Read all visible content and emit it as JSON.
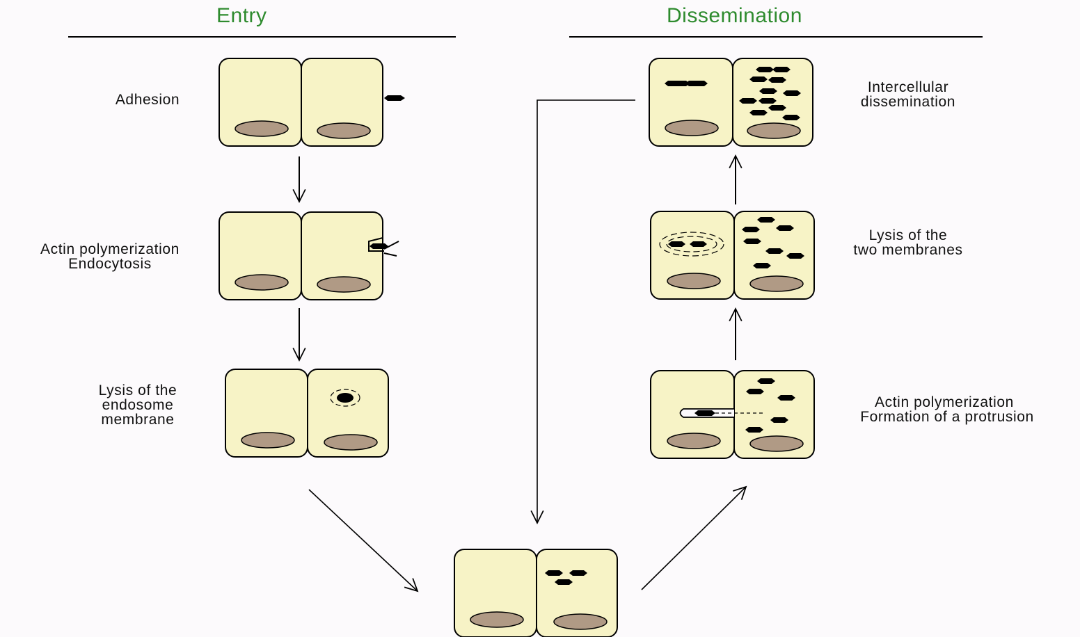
{
  "headings": {
    "entry": "Entry",
    "dissemination": "Dissemination"
  },
  "labels": {
    "adhesion": [
      "Adhesion"
    ],
    "actin_endocytosis": [
      "Actin polymerization",
      "Endocytosis"
    ],
    "lysis_endosome": [
      "Lysis of the",
      "endosome",
      "membrane"
    ],
    "intercellular": [
      "Intercellular",
      "dissemination"
    ],
    "lysis_two": [
      "Lysis of the",
      "two membranes"
    ],
    "actin_protrusion": [
      "Actin polymerization",
      "Formation of a protrusion"
    ]
  },
  "colors": {
    "heading": "#2e8b2e",
    "cell_fill": "#f7f3c6",
    "nucleus_fill": "#b09a85",
    "background": "#fcfafc",
    "line": "#000000"
  }
}
